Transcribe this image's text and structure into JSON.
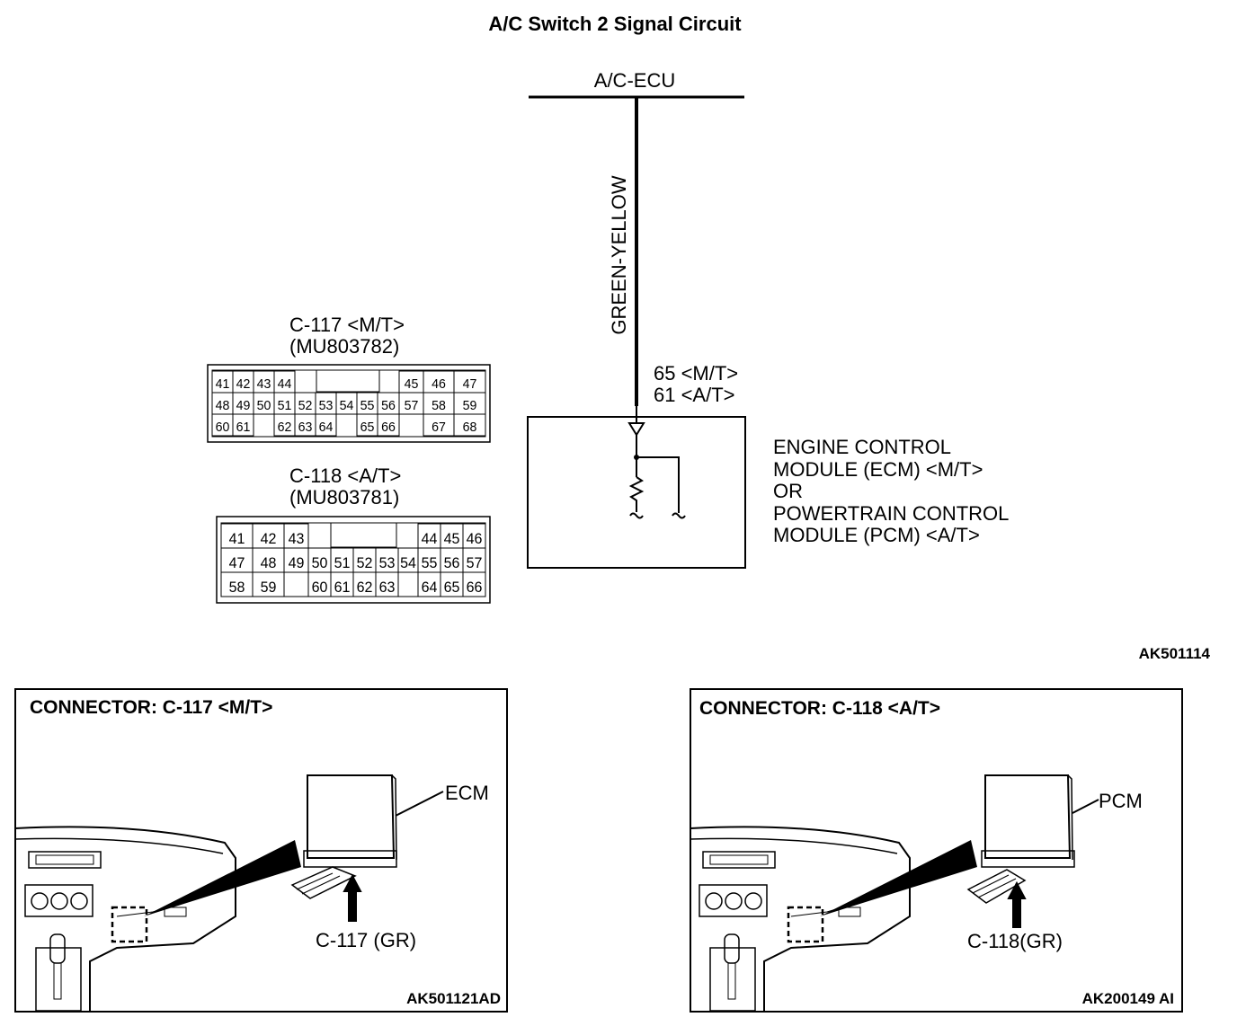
{
  "title": "A/C Switch 2 Signal Circuit",
  "ecu_label": "A/C-ECU",
  "wire_color": "GREEN-YELLOW",
  "pin_lines": [
    "65 <M/T>",
    "61 <A/T>"
  ],
  "module_lines": [
    "ENGINE CONTROL",
    "MODULE (ECM) <M/T>",
    "OR",
    "POWERTRAIN CONTROL",
    "MODULE (PCM) <A/T>"
  ],
  "connector_117": {
    "name": "C-117 <M/T>",
    "part": "(MU803782)",
    "rows": [
      [
        "41",
        "42",
        "43",
        "44",
        "45",
        "46",
        "47"
      ],
      [
        "48",
        "49",
        "50",
        "51",
        "52",
        "53",
        "54",
        "55",
        "56",
        "57",
        "58",
        "59"
      ],
      [
        "60",
        "61",
        "62",
        "63",
        "64",
        "65",
        "66",
        "67",
        "68"
      ]
    ]
  },
  "connector_118": {
    "name": "C-118 <A/T>",
    "part": "(MU803781)",
    "rows": [
      [
        "41",
        "42",
        "43",
        "44",
        "45",
        "46"
      ],
      [
        "47",
        "48",
        "49",
        "50",
        "51",
        "52",
        "53",
        "54",
        "55",
        "56",
        "57"
      ],
      [
        "58",
        "59",
        "60",
        "61",
        "62",
        "63",
        "64",
        "65",
        "66"
      ]
    ]
  },
  "diagram_code": "AK501114",
  "panel_left": {
    "title": "CONNECTOR: C-117 <M/T>",
    "module_label": "ECM",
    "connector_label": "C-117 (GR)",
    "code": "AK501121AD"
  },
  "panel_right": {
    "title": "CONNECTOR: C-118 <A/T>",
    "module_label": "PCM",
    "connector_label": "C-118(GR)",
    "code": "AK200149 AI"
  }
}
